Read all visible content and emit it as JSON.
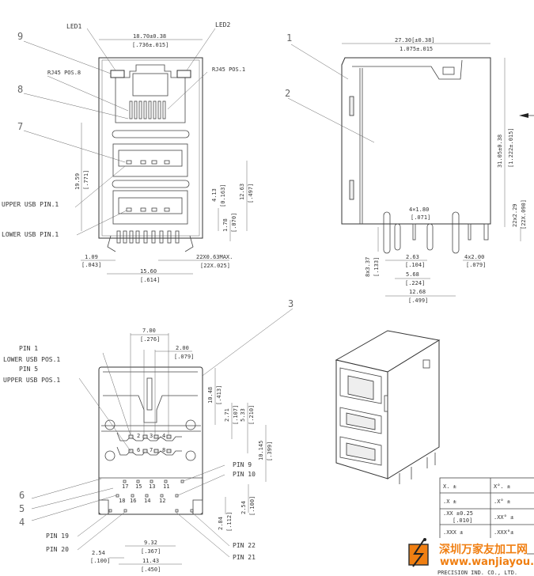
{
  "front_view": {
    "callouts": {
      "led1": "LED1",
      "led2": "LED2",
      "n9": "9",
      "n8": "8",
      "n7": "7",
      "rj45_pos8": "RJ45 POS.8",
      "rj45_pos1": "RJ45 POS.1",
      "upper_usb_pin1": "UPPER USB PIN.1",
      "lower_usb_pin1": "LOWER USB PIN.1"
    },
    "dims": {
      "width": "18.70±0.38",
      "width_in": "[.736±.015]",
      "h1": "19.59",
      "h1_in": "[.771]",
      "h2": "12.63",
      "h2_in": "[.497]",
      "h3": "4.13",
      "h3_in": "[0.163]",
      "h4": "1.78",
      "h4_in": "[.070]",
      "d1": "1.09",
      "d1_in": "[.043]",
      "pin": "22X0.63MAX.",
      "pin_in": "[22X.025]",
      "span": "15.60",
      "span_in": "[.614]"
    }
  },
  "side_view": {
    "callouts": {
      "n1": "1",
      "n2": "2",
      "n3": "3"
    },
    "dims": {
      "length": "27.30[±0.38]",
      "length_in": "1.075±.015",
      "height": "31.05±0.38",
      "height_in": "[1.222±.015]",
      "pins": "22x2.29",
      "pins_in": "[22X.090]",
      "p1": "4×1.80",
      "p1_in": "[.071]",
      "p2": "8x3.37",
      "p2_in": "[.133]",
      "p3": "2.63",
      "p3_in": "[.104]",
      "p4": "4x2.00",
      "p4_in": "[.079]",
      "p5": "5.68",
      "p5_in": "[.224]",
      "p6": "12.68",
      "p6_in": "[.499]"
    }
  },
  "bottom_view": {
    "callouts": {
      "pin1": "PIN 1",
      "lower_pos1": "LOWER USB POS.1",
      "pin5": "PIN 5",
      "upper_pos1": "UPPER USB POS.1",
      "pin9": "PIN 9",
      "pin10": "PIN 10",
      "pin19": "PIN 19",
      "pin20": "PIN 20",
      "pin21": "PIN 21",
      "pin22": "PIN 22",
      "n6": "6",
      "n5": "5",
      "n4": "4"
    },
    "pin_numbers": [
      "2",
      "3",
      "4",
      "6",
      "7",
      "8",
      "17",
      "15",
      "13",
      "11",
      "18",
      "16",
      "14",
      "12"
    ],
    "dims": {
      "a": "7.00",
      "a_in": "[.276]",
      "b": "2.00",
      "b_in": "[.079]",
      "c": "10.48",
      "c_in": "[.413]",
      "d": "2.71",
      "d_in": "[.107]",
      "e": "5.33",
      "e_in": "[.210]",
      "f": "10.145",
      "f_in": "[.399]",
      "g": "2.54",
      "g_in": "[.100]",
      "h": "2.84",
      "h_in": "[.112]",
      "i": "9.32",
      "i_in": "[.367]",
      "j": "2.54",
      "j_in": "[.100]",
      "k": "11.43",
      "k_in": "[.450]"
    }
  },
  "tolerance_table": {
    "rows": [
      [
        "X.  ±",
        "X°.  ±"
      ],
      [
        ".X   ±",
        ".X°  ±"
      ],
      [
        ".XX ±0.25\n[.010]",
        ".XX° ±"
      ],
      [
        ".XXX ±",
        ".XXX°±"
      ]
    ],
    "row3_line1": ".XX ±0.25",
    "row3_line2": "[.010]"
  },
  "watermark": {
    "name_cn": "深圳万家友加工网",
    "url": "www.wanjiayou.com",
    "company": "PRECISION IND. CO., LTD.",
    "accent": "#f07f12"
  }
}
